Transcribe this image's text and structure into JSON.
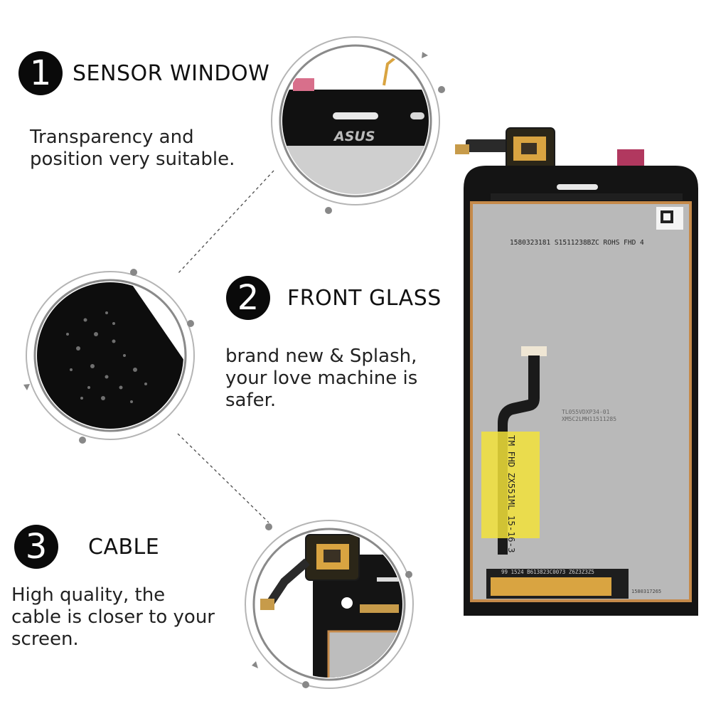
{
  "features": [
    {
      "number": "1",
      "title": "SENSOR WINDOW",
      "lines": [
        "Transparency and",
        "position very suitable."
      ]
    },
    {
      "number": "2",
      "title": "FRONT GLASS",
      "lines": [
        "brand  new & Splash,",
        "your love machine is",
        "safer."
      ]
    },
    {
      "number": "3",
      "title": "CABLE",
      "lines": [
        "High quality, the",
        "cable is closer to your",
        "screen."
      ]
    }
  ],
  "product_print": {
    "brand_logo": "ASUS",
    "code_line": "1580323181 S1511238BZC ROHS FHD 4",
    "label_line1": "TL055VDXP34-01",
    "label_line2": "XM5C2LMH11511285",
    "tape_text": "TM FHD ZX551ML 15-16-3",
    "bottom_code1": "99 1524 B613823C0073 Z6Z3Z3Z5",
    "bottom_code2": "1580317265"
  },
  "colors": {
    "badge": "#0a0a0a",
    "ring": "#9a9a9a",
    "flex_gold": "#d9a441",
    "tape": "#f2e23a"
  }
}
